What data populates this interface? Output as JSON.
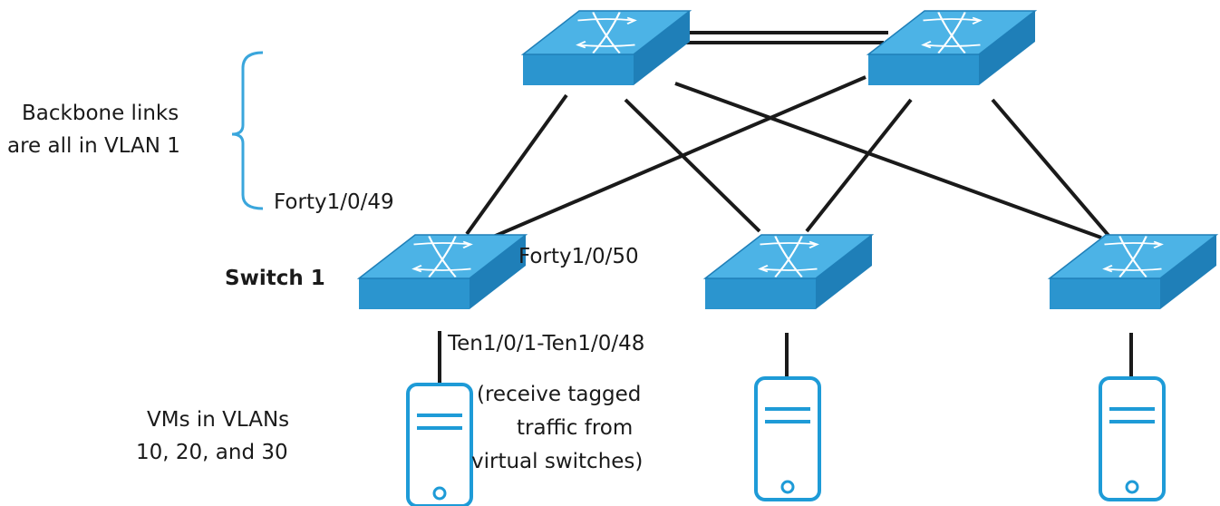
{
  "labels": {
    "backbone_line1": "Backbone links",
    "backbone_line2": "are all in VLAN 1",
    "forty49": "Forty1/0/49",
    "forty50": "Forty1/0/50",
    "switch1": "Switch 1",
    "ten_range": "Ten1/0/1-Ten1/0/48",
    "receive_line1": "(receive tagged",
    "receive_line2": "traffic from",
    "receive_line3": "virtual switches)",
    "vms_line1": "VMs in VLANs",
    "vms_line2": "10, 20, and 30"
  },
  "colors": {
    "switch_top": "#4cb3e6",
    "switch_side": "#2b95cf",
    "switch_edge": "#1f7fb8",
    "server_stroke": "#1e9bd7",
    "link": "#1a1a1a",
    "bracket": "#3aa6dc"
  },
  "icons": {
    "switch": "network-switch-icon",
    "server": "server-icon"
  }
}
